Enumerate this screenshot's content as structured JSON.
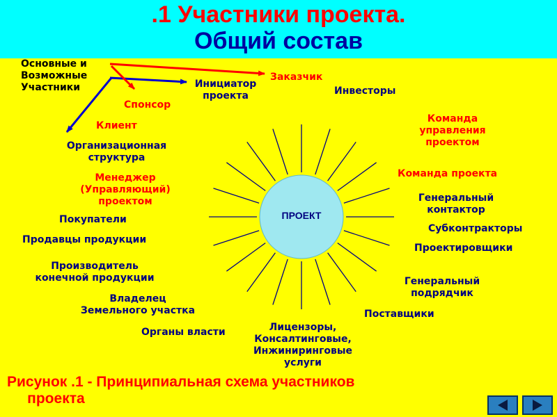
{
  "title": {
    "line1": ".1 Участники проекта.",
    "line2": "Общий состав"
  },
  "center": "ПРОЕКТ",
  "group_label": "Основные и\nВозможные\nУчастники",
  "arrow_targets": [
    "Заказчик",
    "Инициатор\nпроекта",
    "Спонсор",
    "Клиент"
  ],
  "participants": [
    "Инвесторы",
    "Команда\nуправления\nпроектом",
    "Команда проекта",
    "Генеральный\nконтактор",
    "Субконтракторы",
    "Проектировщики",
    "Генеральный\nподрядчик",
    "Поставщики",
    "Лицензоры,\nКонсалтинговые,\nИнжиниринговые\nуслуги",
    "Органы власти",
    "Владелец\nЗемельного участка",
    "Производитель\nконечной продукции",
    "Продавцы продукции",
    "Покупатели",
    "Менеджер\n(Управляющий)\nпроектом",
    "Организационная\nструктура"
  ],
  "caption": "Рисунок .1 - Принципиальная схема участников\n     проекта",
  "nav": {
    "prev": "back-icon",
    "next": "forward-icon"
  },
  "colors": {
    "background": "#ffff00",
    "title_band": "#00ffff",
    "title_line1": "#ff0000",
    "title_line2": "#0000a0",
    "center_fill": "#9fe8f0",
    "label_navy": "#000080",
    "label_red": "#ff0000",
    "arrow_red": "#ff0000",
    "arrow_blue": "#0000cc",
    "nav_button": "#2a7fbf"
  }
}
